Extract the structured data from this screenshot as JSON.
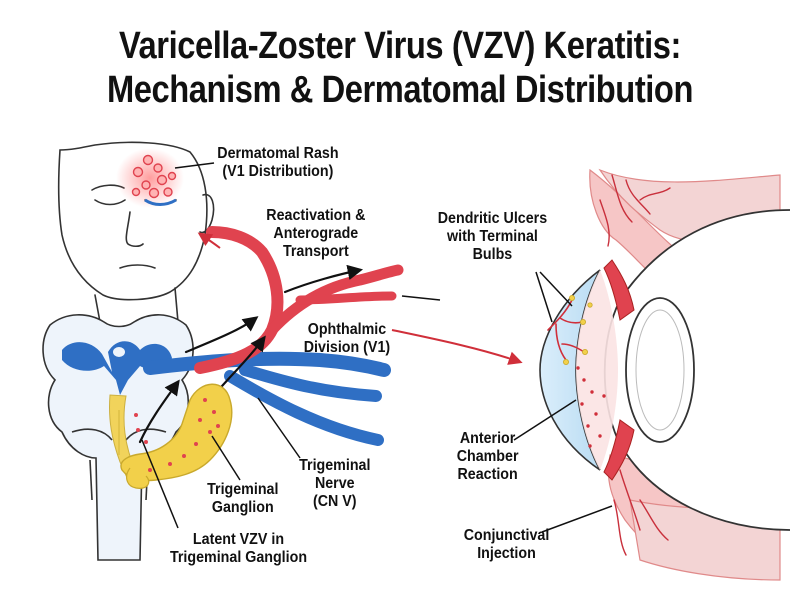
{
  "title": {
    "line1": "Varicella-Zoster Virus (VZV) Keratitis:",
    "line2": "Mechanism & Dermatomal Distribution"
  },
  "labels": {
    "rash": [
      "Dermatomal Rash",
      "(V1 Distribution)"
    ],
    "reactivation": [
      "Reactivation &",
      "Anterograde",
      "Transport"
    ],
    "ulcers": [
      "Dendritic Ulcers",
      "with Terminal",
      "Bulbs"
    ],
    "ophthalmic": [
      "Ophthalmic",
      "Division (V1)"
    ],
    "anterior": [
      "Anterior",
      "Chamber",
      "Reaction"
    ],
    "trigeminal_nerve": [
      "Trigeminal",
      "Nerve",
      "(CN V)"
    ],
    "trigeminal_ganglion": [
      "Trigeminal",
      "Ganglion"
    ],
    "latent": [
      "Latent VZV in",
      "Trigeminal Ganglion"
    ],
    "conjunctival": [
      "Conjunctival",
      "Injection"
    ]
  },
  "colors": {
    "nerve_blue": "#2f6fc4",
    "v1_red": "#e0434f",
    "ganglion_yellow": "#f2d04a",
    "vessel_red": "#d9434f",
    "tissue_pink": "#f6c6c6",
    "outline": "#333333"
  }
}
